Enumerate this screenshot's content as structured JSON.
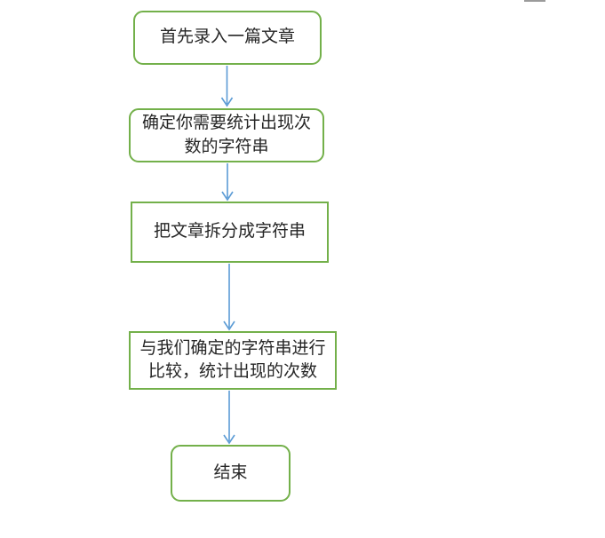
{
  "flowchart": {
    "title": "",
    "connector_color": "#5b9bd5",
    "box_border_color": "#73b04a",
    "text_color": "#262626",
    "nodes": [
      {
        "id": "start",
        "shape": "rounded",
        "label": "首先录入一篇文章"
      },
      {
        "id": "determine-target",
        "shape": "rounded",
        "label": "确定你需要统计出现次数的字符串"
      },
      {
        "id": "split-article",
        "shape": "rectangle",
        "label": "把文章拆分成字符串"
      },
      {
        "id": "compare-count",
        "shape": "rectangle",
        "label": "与我们确定的字符串进行比较，统计出现的次数"
      },
      {
        "id": "end",
        "shape": "rounded",
        "label": "结束"
      }
    ],
    "edges": [
      {
        "from": "start",
        "to": "determine-target"
      },
      {
        "from": "determine-target",
        "to": "split-article"
      },
      {
        "from": "split-article",
        "to": "compare-count"
      },
      {
        "from": "compare-count",
        "to": "end"
      }
    ]
  }
}
